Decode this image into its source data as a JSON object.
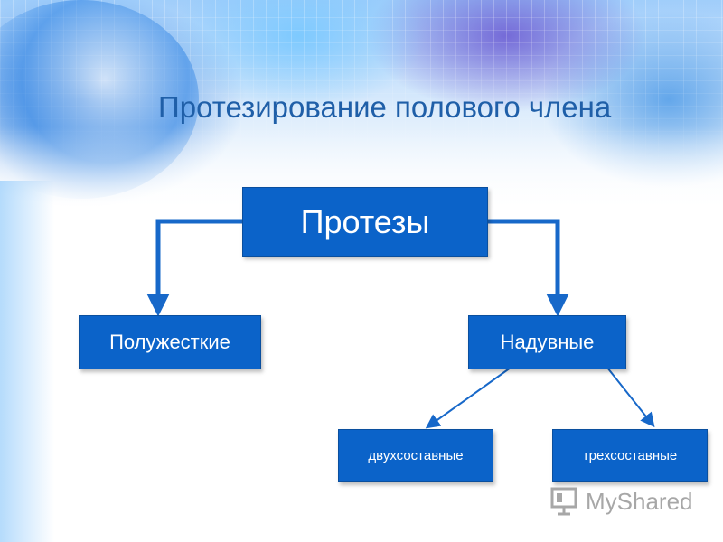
{
  "slide": {
    "title": "Протезирование полового члена"
  },
  "diagram": {
    "root": "Протезы",
    "branches": [
      {
        "label": "Полужесткие"
      },
      {
        "label": "Надувные",
        "children": [
          "двухсоставные",
          "трехсоставные"
        ]
      }
    ]
  },
  "logo": {
    "text": "MyShared",
    "icon": "presentation-board-icon"
  },
  "colors": {
    "box_fill": "#0b63c9",
    "connector": "#1768c9",
    "title": "#1f5fa8"
  }
}
